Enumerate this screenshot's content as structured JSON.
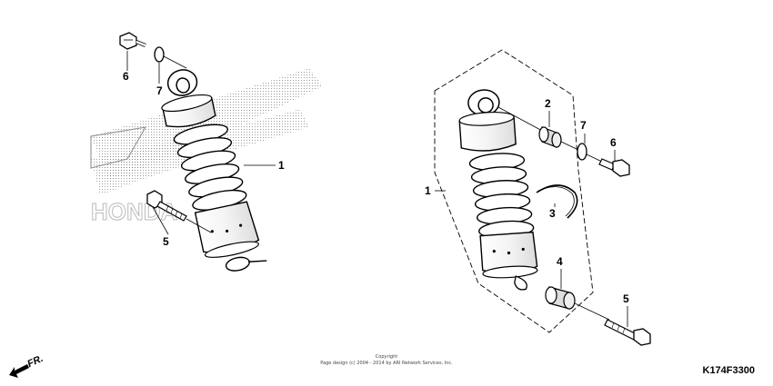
{
  "callouts": {
    "left": [
      {
        "id": "6",
        "label": "6"
      },
      {
        "id": "7",
        "label": "7"
      },
      {
        "id": "1",
        "label": "1"
      },
      {
        "id": "5",
        "label": "5"
      }
    ],
    "right": [
      {
        "id": "2",
        "label": "2"
      },
      {
        "id": "7",
        "label": "7"
      },
      {
        "id": "6",
        "label": "6"
      },
      {
        "id": "1",
        "label": "1"
      },
      {
        "id": "3",
        "label": "3"
      },
      {
        "id": "4",
        "label": "4"
      },
      {
        "id": "5",
        "label": "5"
      }
    ]
  },
  "copyright": {
    "line1": "Copyright",
    "line2": "Page design (c) 2004 - 2014 by ARI Network Services, Inc."
  },
  "direction_label": "FR.",
  "diagram_code": "K174F3300"
}
